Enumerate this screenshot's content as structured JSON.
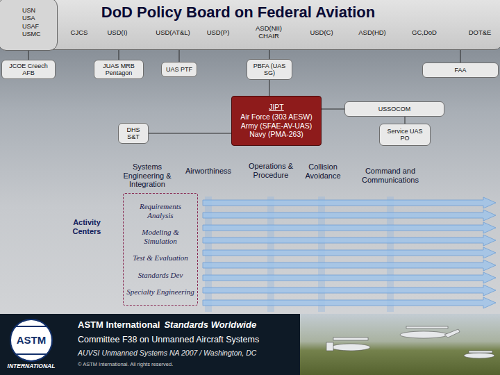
{
  "diagram": {
    "nodes": [
      {
        "text": [
          "DoD Policy Board on Federal Aviation",
          "CJCS",
          "USD(I)",
          "USD(AT&L)",
          "USD(P)",
          "ASD(NII) CHAIR",
          "USD(C)",
          "ASD(HD)",
          "GC,DoD",
          "DOT&E"
        ]
      },
      {
        "text": [
          "USN USA USAF USMC"
        ],
        "in": 0
      },
      {
        "text": [
          "JCOE Creech AFB"
        ]
      },
      {
        "text": [
          "JUAS MRB Pentagon"
        ]
      },
      {
        "text": [
          "UAS PTF"
        ]
      },
      {
        "text": [
          "PBFA (UAS SG)"
        ]
      },
      {
        "text": [
          "FAA"
        ]
      },
      {
        "text": [
          "JIPT",
          "Air Force (303 AESW) Army (SFAE-AV-UAS) Navy (PMA-263)"
        ]
      },
      {
        "text": [
          "USSOCOM"
        ]
      },
      {
        "text": [
          "DHS S&T"
        ]
      },
      {
        "text": [
          "Service UAS PO"
        ]
      },
      {
        "text": [
          "Requirements Analysis",
          "Modeling & Simulation",
          "Test & Evaluation",
          "Standards Dev",
          "Specialty Engineering"
        ]
      }
    ],
    "edges": [
      {
        "from": 0,
        "to": 2,
        "arrow": "none"
      },
      {
        "from": 0,
        "to": 3,
        "arrow": "none"
      },
      {
        "from": 0,
        "to": 4,
        "arrow": "none"
      },
      {
        "from": 0,
        "to": 5,
        "arrow": "none"
      },
      {
        "from": 0,
        "to": 6,
        "arrow": "none"
      },
      {
        "from": 5,
        "to": 7,
        "arrow": "none"
      },
      {
        "from": 7,
        "to": 9,
        "arrow": "none"
      },
      {
        "from": 7,
        "to": 8,
        "arrow": "none"
      },
      {
        "from": 8,
        "to": 10,
        "arrow": "none"
      }
    ],
    "labels": [
      "Systems Engineering & Integration",
      "Airworthiness",
      "Operations & Procedure",
      "Collision Avoidance",
      "Command and Communications",
      "Activity Centers",
      "ASTM",
      "INTERNATIONAL",
      "ASTM International",
      "Standards Worldwide",
      "Committee F38 on Unmanned Aircraft Systems",
      "AUVSI Unmanned Systems NA 2007 / Washington, DC",
      "© ASTM International. All rights reserved."
    ]
  }
}
